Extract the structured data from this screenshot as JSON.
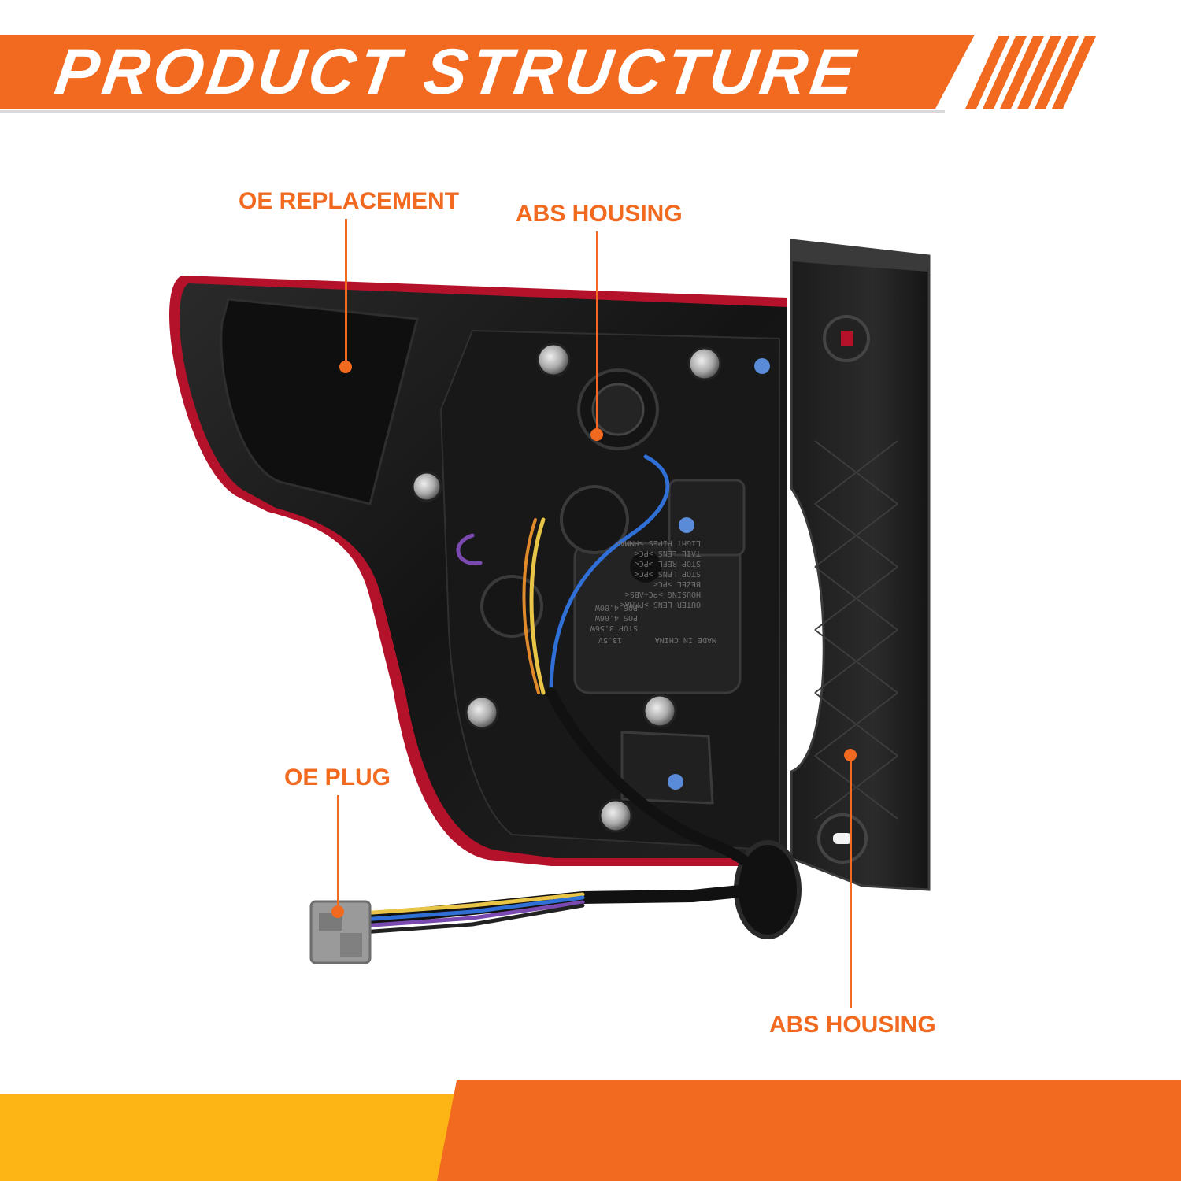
{
  "header": {
    "title": "PRODUCT STRUCTURE"
  },
  "callouts": {
    "oe_replacement": "OE REPLACEMENT",
    "abs_housing_top": "ABS HOUSING",
    "oe_plug": "OE PLUG",
    "abs_housing_bottom": "ABS HOUSING"
  },
  "housing_text": {
    "made_in": "MADE IN CHINA",
    "volt": "13.5V",
    "stop": "STOP  3.56W",
    "pos": "POS   4.06W",
    "pos2": "POS   4.80W",
    "materials": [
      "OUTER LENS >PMMA<",
      "HOUSING >PC+ABS<",
      "BEZEL >PC<",
      "STOP LENS >PC<",
      "STOP REFL >PC<",
      "TAIL LENS >PC<",
      "LIGHT PIPES >PMMA<"
    ]
  },
  "colors": {
    "accent_orange": "#f26a1f",
    "accent_yellow": "#fdb515",
    "housing_black": "#1a1a1a",
    "lens_red": "#b3122a"
  }
}
